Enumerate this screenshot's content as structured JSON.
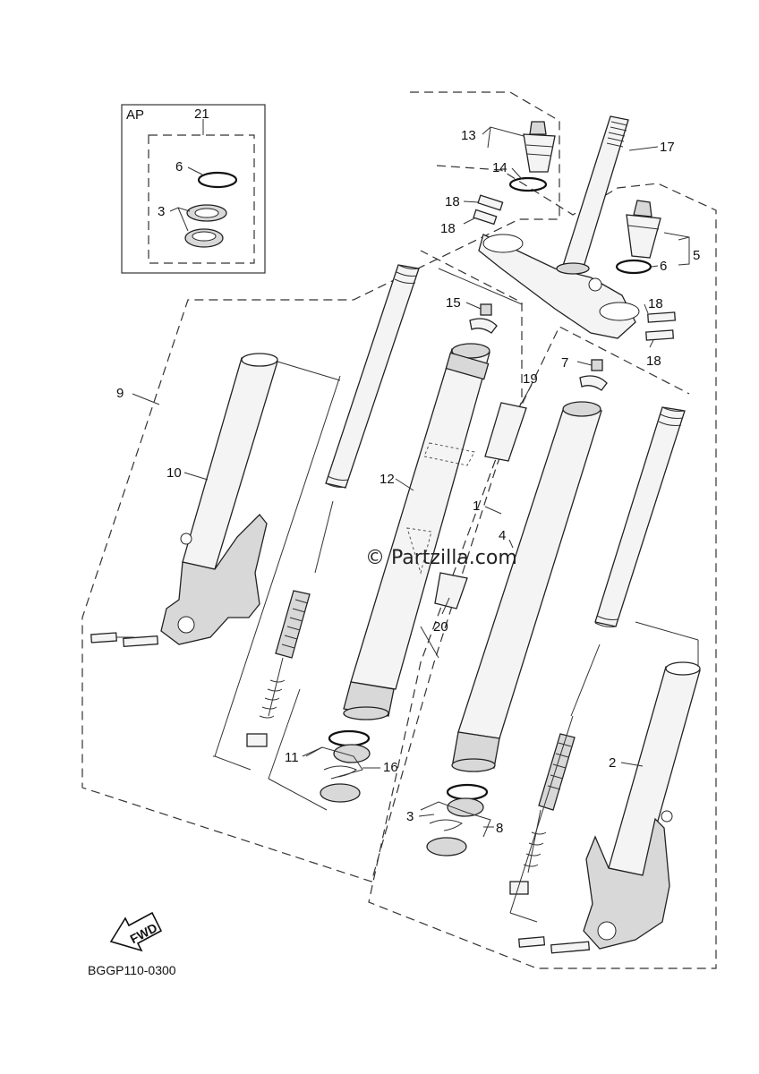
{
  "inset": {
    "title": "AP"
  },
  "callouts": {
    "c1": "1",
    "c2": "2",
    "c3a": "3",
    "c3b": "3",
    "c4": "4",
    "c5": "5",
    "c6a": "6",
    "c6b": "6",
    "c7": "7",
    "c8": "8",
    "c9": "9",
    "c10": "10",
    "c11": "11",
    "c12": "12",
    "c13": "13",
    "c14": "14",
    "c15": "15",
    "c16": "16",
    "c17": "17",
    "c18a": "18",
    "c18b": "18",
    "c18c": "18",
    "c18d": "18",
    "c19": "19",
    "c20": "20",
    "c21": "21"
  },
  "watermark": "© Partzilla.com",
  "fwd_label": "FWD",
  "diagram_code": "BGGP110-0300"
}
